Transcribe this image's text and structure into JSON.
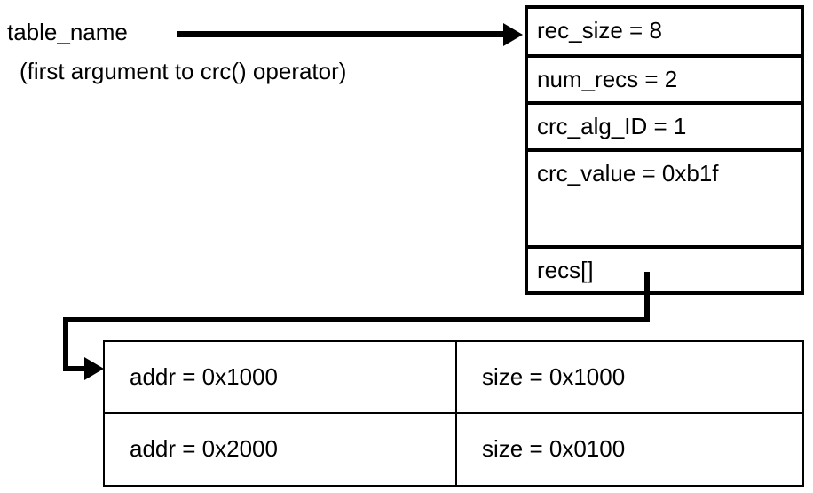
{
  "diagram": {
    "caption": {
      "line1": "table_name",
      "line2": "(first argument to crc() operator)"
    },
    "struct": {
      "fields": [
        {
          "text": "rec_size = 8"
        },
        {
          "text": "num_recs = 2"
        },
        {
          "text": "crc_alg_ID = 1"
        },
        {
          "text": "crc_value = 0xb1f"
        },
        {
          "text": "recs[]"
        }
      ]
    },
    "records_table": {
      "rows": [
        {
          "addr": "addr = 0x1000",
          "size": "size = 0x1000"
        },
        {
          "addr": "addr = 0x2000",
          "size": "size = 0x0100"
        }
      ]
    },
    "colors": {
      "stroke": "#000000",
      "background": "#ffffff"
    }
  }
}
